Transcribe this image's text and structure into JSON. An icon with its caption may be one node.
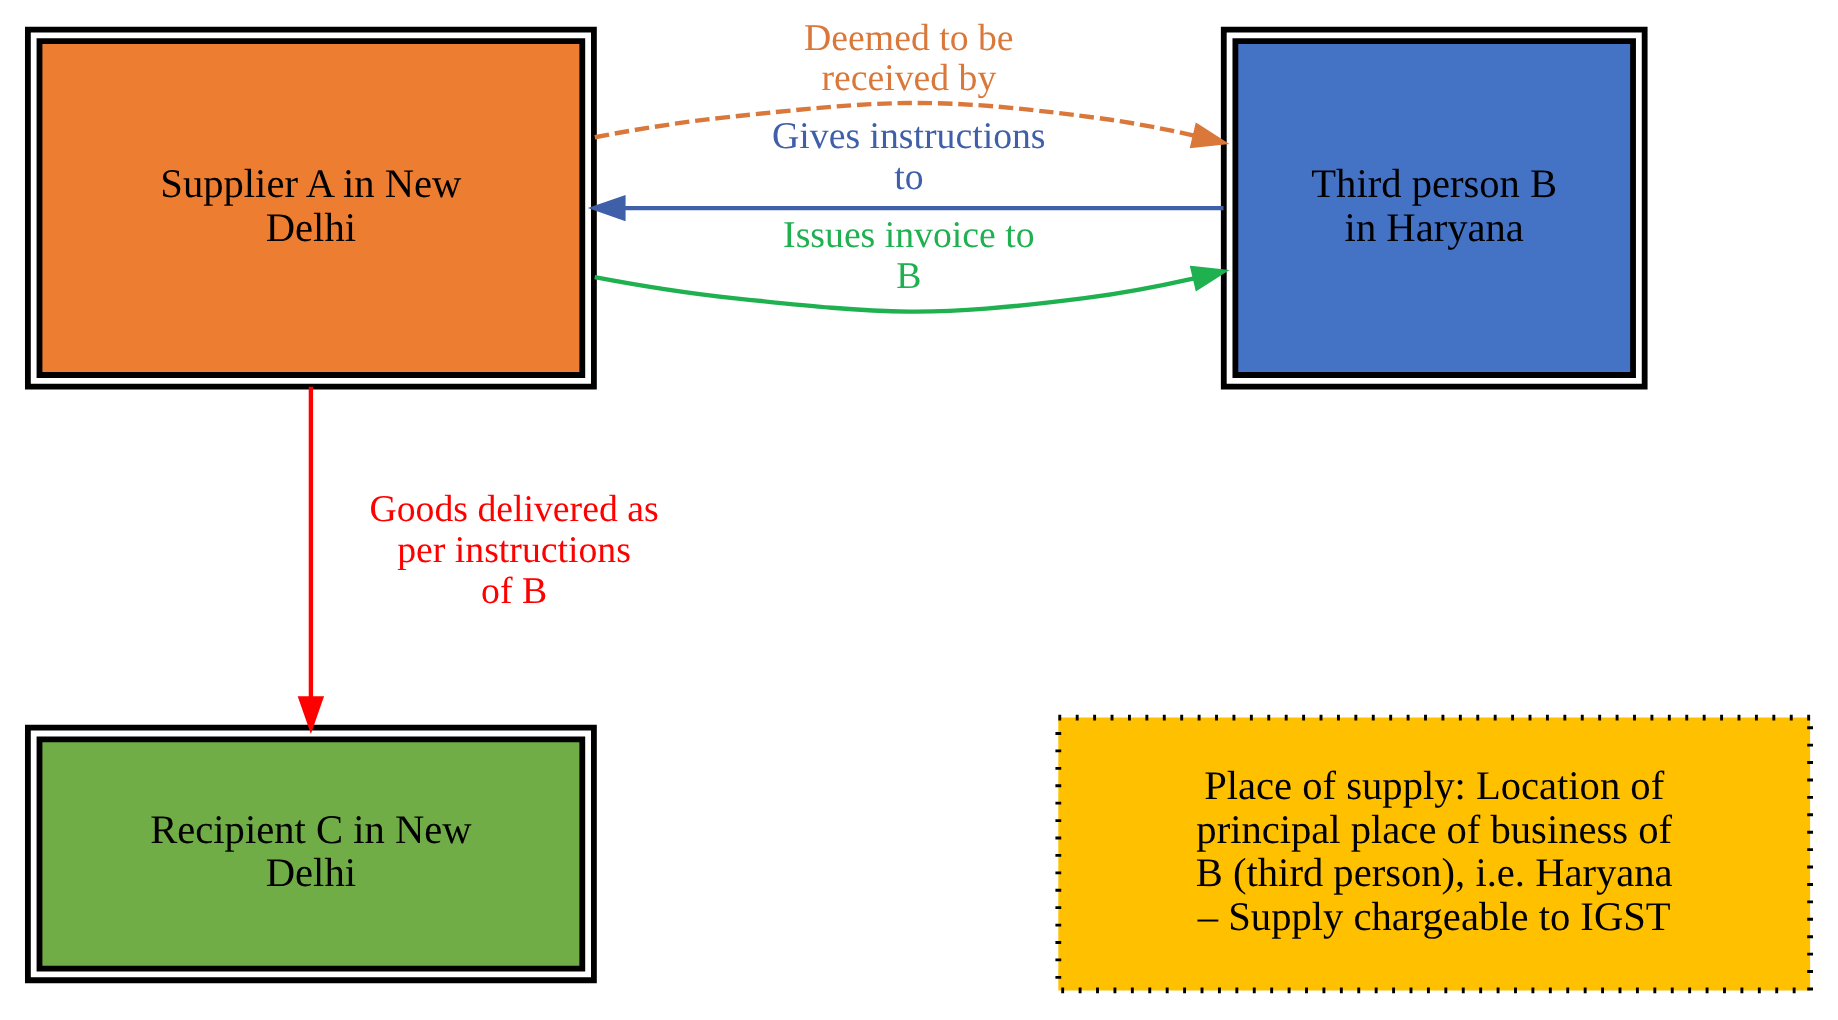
{
  "diagram": {
    "nodes": [
      {
        "text": [
          "Supplier A in New Delhi"
        ]
      },
      {
        "text": [
          "Third person B in Haryana"
        ]
      },
      {
        "text": [
          "Recipient C in New Delhi"
        ]
      },
      {
        "text": [
          "Place of supply: Location of principal place of business of B (third person), i.e. Haryana – Supply chargeable to IGST"
        ]
      }
    ],
    "edges": [
      {
        "from": 1,
        "to": 0,
        "arrow": "to",
        "label": "Gives instructions to",
        "color": "#3f5fa8"
      },
      {
        "from": 0,
        "to": 1,
        "arrow": "to",
        "label": "Deemed to be received by",
        "style": "dashed",
        "color": "#d9783a"
      },
      {
        "from": 0,
        "to": 1,
        "arrow": "to",
        "label": "Issues invoice to B",
        "color": "#1fb050"
      },
      {
        "from": 0,
        "to": 2,
        "arrow": "to",
        "label": "Goods delivered as per instructions of B",
        "color": "#ff0000"
      }
    ]
  }
}
